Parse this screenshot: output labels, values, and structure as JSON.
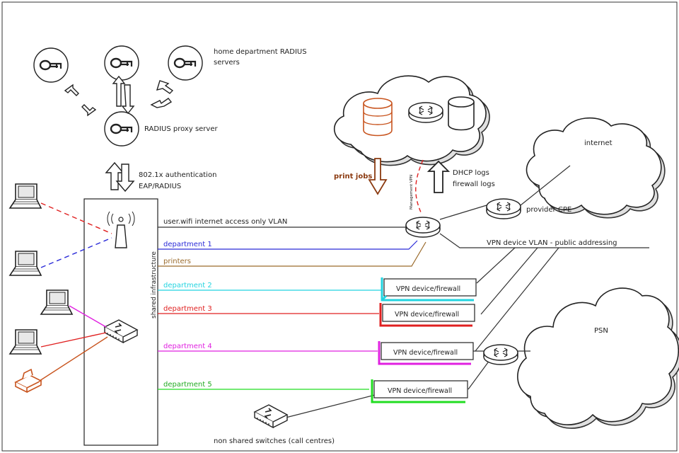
{
  "radius": {
    "home_servers_label_1": "home department RADIUS",
    "home_servers_label_2": "servers",
    "proxy_label": "RADIUS proxy server",
    "auth_label_1": "802.1x authentication",
    "auth_label_2": "EAP/RADIUS"
  },
  "datacentre": {
    "print_jobs": "print jobs",
    "management_vpn": "Management VPN",
    "dhcp_logs": "DHCP logs",
    "firewall_logs": "firewall logs"
  },
  "shared_infrastructure_label": "shared infrastructure",
  "vlans": {
    "user_wifi": "user.wifi internet access only VLAN",
    "department_1": "department 1",
    "printers": "printers",
    "department_2": "department 2",
    "department_3": "department 3",
    "department_4": "department 4",
    "department_5": "department 5",
    "vpn_device_vlan": "VPN device VLAN - public addressing"
  },
  "vpn_devices": {
    "d2": "VPN device/firewall",
    "d3": "VPN device/firewall",
    "d4": "VPN device/firewall",
    "d5": "VPN device/firewall"
  },
  "clouds": {
    "internet": "internet",
    "psn": "PSN"
  },
  "provider_cpe": "provider CPE",
  "non_shared_switches": "non shared switches (call centres)",
  "colors": {
    "dept1": "#2a2ad8",
    "printers": "#9a6a2a",
    "dept2": "#22d4e0",
    "dept3": "#e02020",
    "dept4": "#e020e0",
    "dept5": "#22dd22",
    "print_jobs": "#8b3a10",
    "printer_icon": "#c8541e"
  }
}
